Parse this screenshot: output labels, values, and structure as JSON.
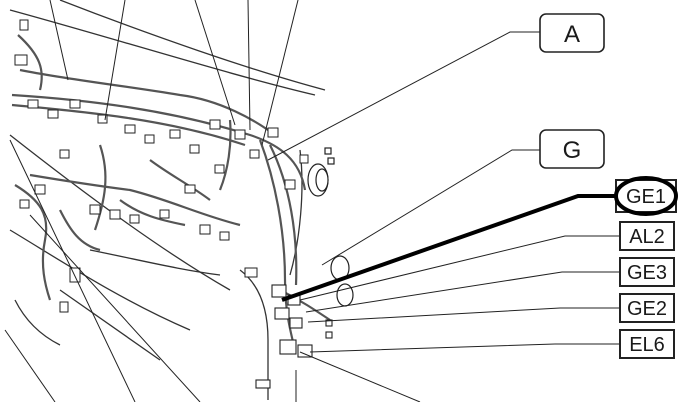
{
  "callouts": {
    "a": "A",
    "g": "G",
    "ge1": "GE1",
    "al2": "AL2",
    "ge3": "GE3",
    "ge2": "GE2",
    "el6": "EL6"
  },
  "colors": {
    "ink": "#1a1a1a",
    "harness": "#555555",
    "highlight": "#000000",
    "background": "#ffffff"
  }
}
